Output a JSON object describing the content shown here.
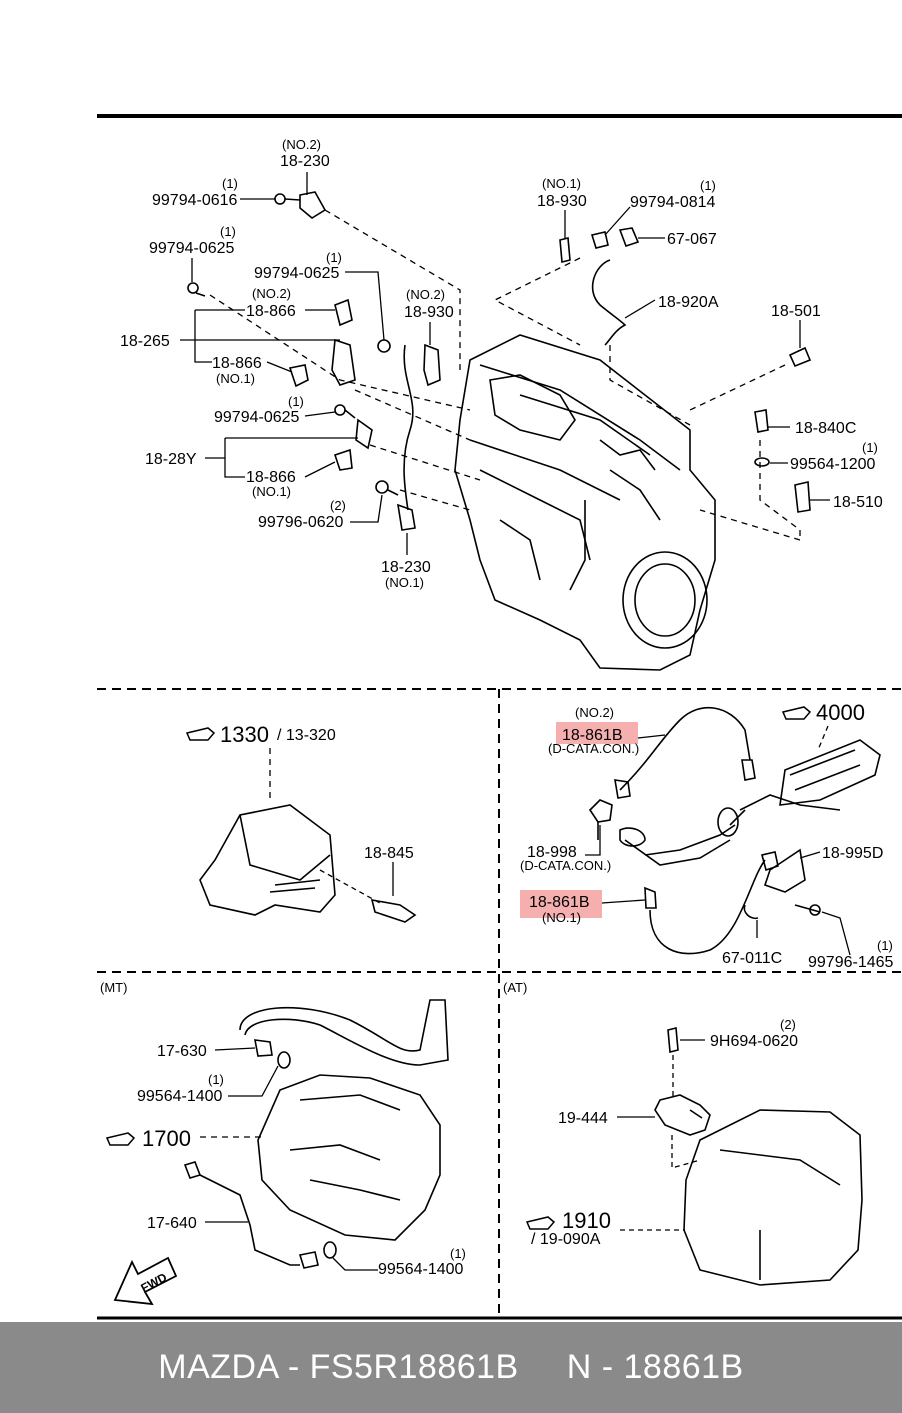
{
  "labels": {
    "l1": "(NO.2)",
    "l2": "18-230",
    "l3": "(1)",
    "l4": "99794-0616",
    "l5": "(1)",
    "l6": "99794-0625",
    "l7": "(1)",
    "l8": "99794-0625",
    "l9": "(NO.2)",
    "l10": "18-866",
    "l11": "18-265",
    "l12": "18-866",
    "l13": "(NO.1)",
    "l14": "(1)",
    "l15": "99794-0625",
    "l16": "18-28Y",
    "l17": "18-866",
    "l18": "(NO.1)",
    "l19": "(2)",
    "l20": "99796-0620",
    "l21": "18-230",
    "l22": "(NO.1)",
    "l23": "(NO.2)",
    "l24": "18-930",
    "l25": "(NO.1)",
    "l26": "18-930",
    "l27": "(1)",
    "l28": "99794-0814",
    "l29": "67-067",
    "l30": "18-920A",
    "l31": "18-501",
    "l32": "18-840C",
    "l33": "(1)",
    "l34": "99564-1200",
    "l35": "18-510",
    "l36": "1330",
    "l37": "/ 13-320",
    "l38": "18-845",
    "l39": "(NO.2)",
    "l40": "18-861B",
    "l41": "(D-CATA.CON.)",
    "l42": "4000",
    "l43": "18-998",
    "l44": "(D-CATA.CON.)",
    "l45": "18-995D",
    "l46": "18-861B",
    "l47": "(NO.1)",
    "l48": "67-011C",
    "l49": "(1)",
    "l50": "99796-1465",
    "l51": "(MT)",
    "l52": "17-630",
    "l53": "(1)",
    "l54": "99564-1400",
    "l55": "1700",
    "l56": "17-640",
    "l57": "(1)",
    "l58": "99564-1400",
    "l59": "FWD",
    "l60": "(AT)",
    "l61": "(2)",
    "l62": "9H694-0620",
    "l63": "19-444",
    "l64": "1910",
    "l65": "/ 19-090A"
  },
  "footer": {
    "part": "MAZDA - FS5R18861B",
    "code": "N - 18861B"
  }
}
